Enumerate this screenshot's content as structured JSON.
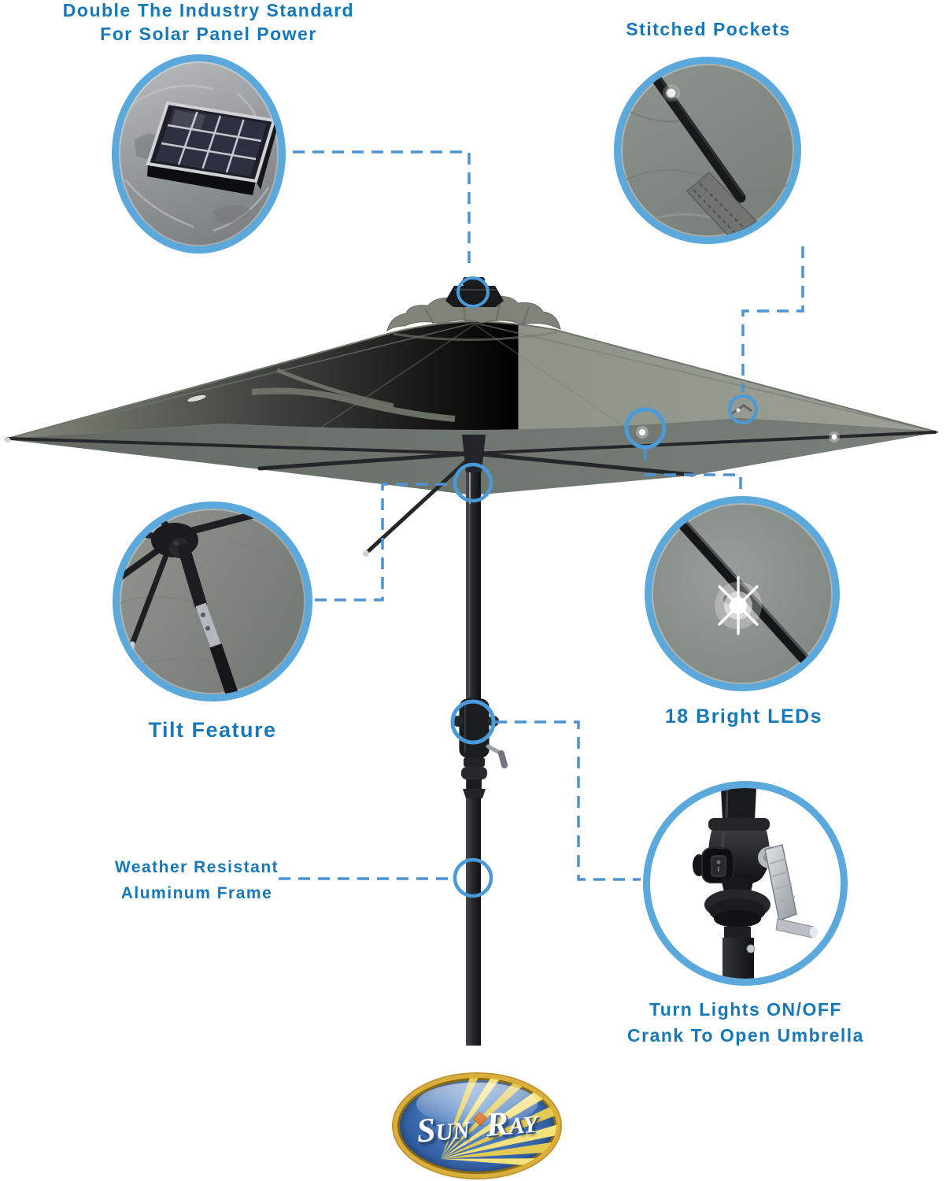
{
  "colors": {
    "label_blue": "#1478ba",
    "connector_blue": "#4d93d3",
    "ring_blue": "#4a9ad9",
    "circle_border_blue": "#5aa8dc",
    "canopy_top": "#8d9287",
    "canopy_underside": "#6d746d",
    "frame_black": "#202427",
    "logo_gold": "#d9ae39",
    "logo_blue": "#2d59a8",
    "logo_ray_yellow": "#edd04f",
    "logo_diamond_orange": "#d8732a"
  },
  "callouts": {
    "solar_panel": {
      "line1": "Double The Industry Standard",
      "line2": "For Solar Panel Power"
    },
    "stitched_pockets": {
      "label": "Stitched Pockets"
    },
    "tilt": {
      "label": "Tilt Feature"
    },
    "leds": {
      "label": "18 Bright LEDs"
    },
    "frame": {
      "line1": "Weather Resistant",
      "line2": "Aluminum Frame"
    },
    "crank": {
      "line1": "Turn Lights ON/OFF",
      "line2": "Crank To Open Umbrella"
    }
  },
  "logo": {
    "sun": "Sun",
    "ray": "Ray"
  }
}
